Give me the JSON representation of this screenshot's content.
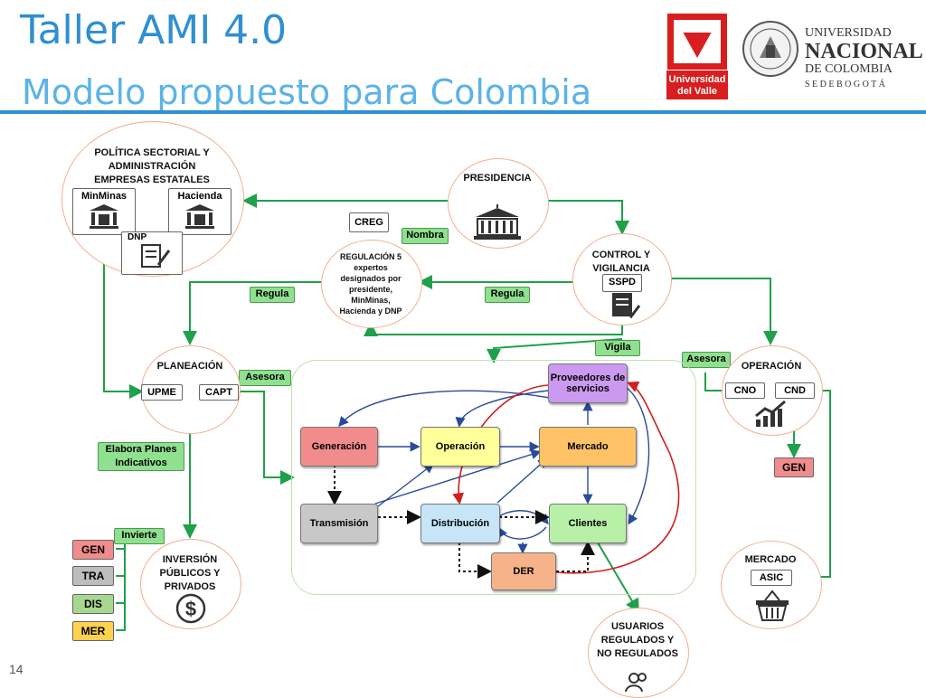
{
  "header": {
    "title": "Taller AMI 4.0",
    "subtitle": "Modelo propuesto para Colombia",
    "page_number": "14"
  },
  "logos": {
    "univalle": {
      "line1": "Universidad",
      "line2": "del Valle"
    },
    "unal": {
      "line1": "UNIVERSIDAD",
      "line2": "NACIONAL",
      "line3": "DE COLOMBIA",
      "line4": "S E D E  B O G O T Á"
    }
  },
  "politica": {
    "title": "POLÍTICA SECTORIAL Y ADMINISTRACIÓN EMPRESAS ESTATALES",
    "minminas": "MinMinas",
    "hacienda": "Hacienda",
    "dnp": "DNP"
  },
  "presidencia": {
    "title": "PRESIDENCIA"
  },
  "creg": "CREG",
  "regulacion": {
    "text": "REGULACIÓN 5 expertos designados por presidente, MinMinas, Hacienda y DNP"
  },
  "control": {
    "title": "CONTROL Y VIGILANCIA",
    "sspd": "SSPD"
  },
  "planeacion": {
    "title": "PLANEACIÓN",
    "upme": "UPME",
    "capt": "CAPT"
  },
  "operacion": {
    "title": "OPERACIÓN",
    "cno": "CNO",
    "cnd": "CND"
  },
  "inversion": {
    "title": "INVERSIÓN PÚBLICOS Y PRIVADOS"
  },
  "mercado_circle": {
    "title": "MERCADO",
    "asic": "ASIC"
  },
  "usuarios": {
    "title": "USUARIOS REGULADOS Y NO REGULADOS"
  },
  "labels": {
    "nombra": "Nombra",
    "regula_left": "Regula",
    "regula_right": "Regula",
    "vigila": "Vigila",
    "asesora_left": "Asesora",
    "asesora_right": "Asesora",
    "elabora": "Elabora Planes Indicativos",
    "invierte": "Invierte"
  },
  "nodes": {
    "proveedores": "Proveedores de servicios",
    "generacion": "Generación",
    "operacion": "Operación",
    "mercado": "Mercado",
    "transmision": "Transmisión",
    "distribucion": "Distribución",
    "clientes": "Clientes",
    "der": "DER"
  },
  "tags": {
    "gen_op": "GEN",
    "gen": "GEN",
    "tra": "TRA",
    "dis": "DIS",
    "mer": "MER"
  },
  "colors": {
    "accent": "#2f8fd0",
    "green_line": "#1fa04a",
    "blue_arrow": "#2a4a9a",
    "red_arrow": "#d02020",
    "generacion": "#f28b8b",
    "operacion": "#ffff99",
    "mercado": "#ffc266",
    "transmision": "#c8c8c8",
    "distribucion": "#c6e6f8",
    "clientes": "#b8f0a8",
    "der": "#f6b38a",
    "proveedores": "#cc99f0"
  }
}
